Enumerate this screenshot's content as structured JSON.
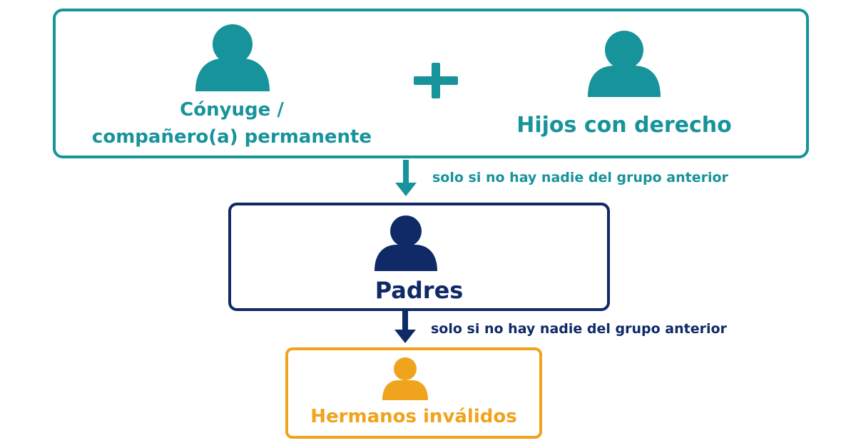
{
  "colors": {
    "teal": "#17939b",
    "navy": "#0f2a66",
    "orange": "#f0a31d"
  },
  "groups": {
    "first": {
      "spouse_label_line1": "Cónyuge /",
      "spouse_label_line2": "compañero(a) permanente",
      "spouse_icon": "person-icon",
      "plus_icon": "plus-icon",
      "children_label": "Hijos con derecho",
      "children_icon": "person-icon"
    },
    "second": {
      "label": "Padres",
      "icon": "person-icon"
    },
    "third": {
      "label": "Hermanos inválidos",
      "icon": "person-icon"
    }
  },
  "connectors": {
    "first_to_second": "solo si no hay nadie del grupo anterior",
    "second_to_third": "solo si no hay nadie del grupo anterior"
  }
}
